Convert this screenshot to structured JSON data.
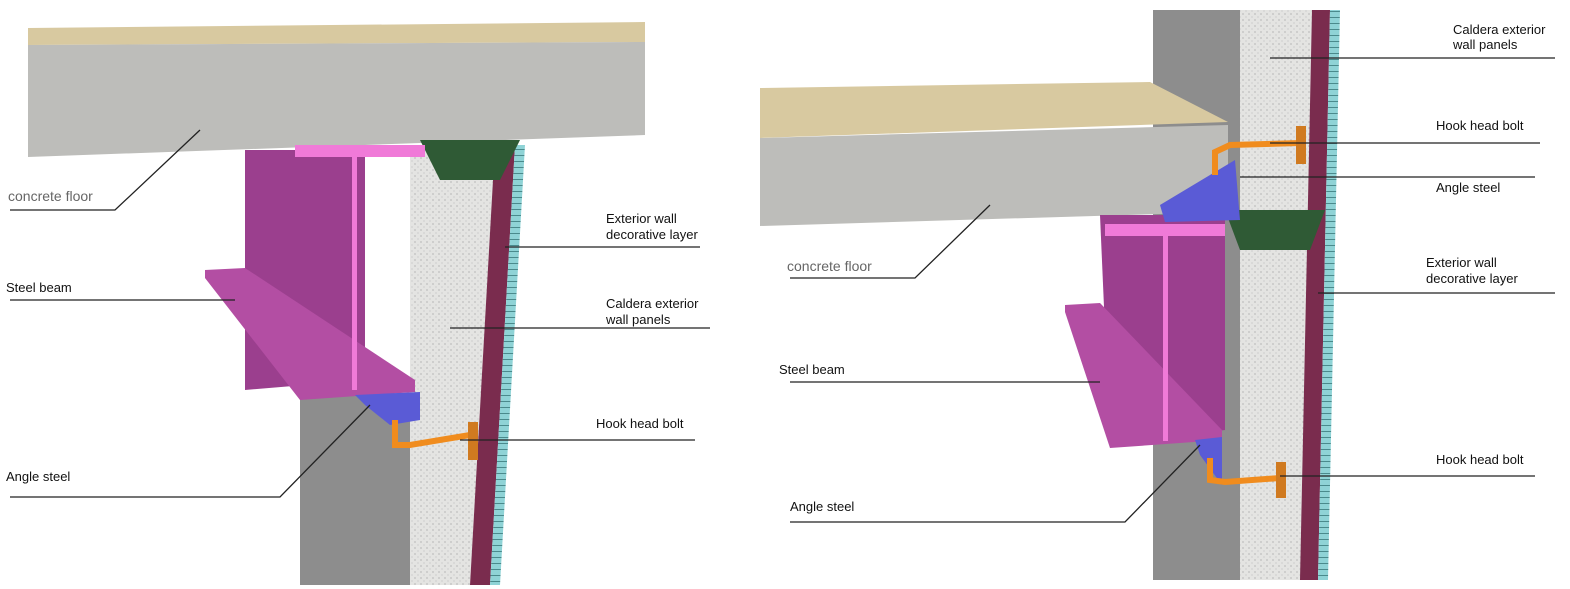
{
  "left_detail": {
    "labels": {
      "concrete_floor": "concrete floor",
      "steel_beam": "Steel beam",
      "angle_steel": "Angle steel",
      "decorative_layer_1": "Exterior wall",
      "decorative_layer_2": "decorative layer",
      "wall_panels_1": "Caldera exterior",
      "wall_panels_2": "wall panels",
      "hook_head_bolt": "Hook head bolt"
    }
  },
  "right_detail": {
    "labels": {
      "wall_panels_1": "Caldera exterior",
      "wall_panels_2": "wall panels",
      "hook_head_bolt_top": "Hook head bolt",
      "angle_steel_top": "Angle steel",
      "decorative_layer_1": "Exterior wall",
      "decorative_layer_2": "decorative layer",
      "concrete_floor": "concrete floor",
      "steel_beam": "Steel beam",
      "angle_steel_bottom": "Angle steel",
      "hook_head_bolt_bottom": "Hook head bolt"
    }
  },
  "colors": {
    "concrete": "#b9b9b6",
    "wood": "#d8c9a0",
    "beam": "#9b3f8e",
    "flange": "#f07ad8",
    "angle": "#5a5bd6",
    "bolt": "#f08c1e",
    "panel": "#e2e2e0",
    "decor": "#7a2c4e",
    "cyan": "#8fd3d6",
    "column": "#8d8d8d",
    "bracket": "#2f5a35"
  }
}
